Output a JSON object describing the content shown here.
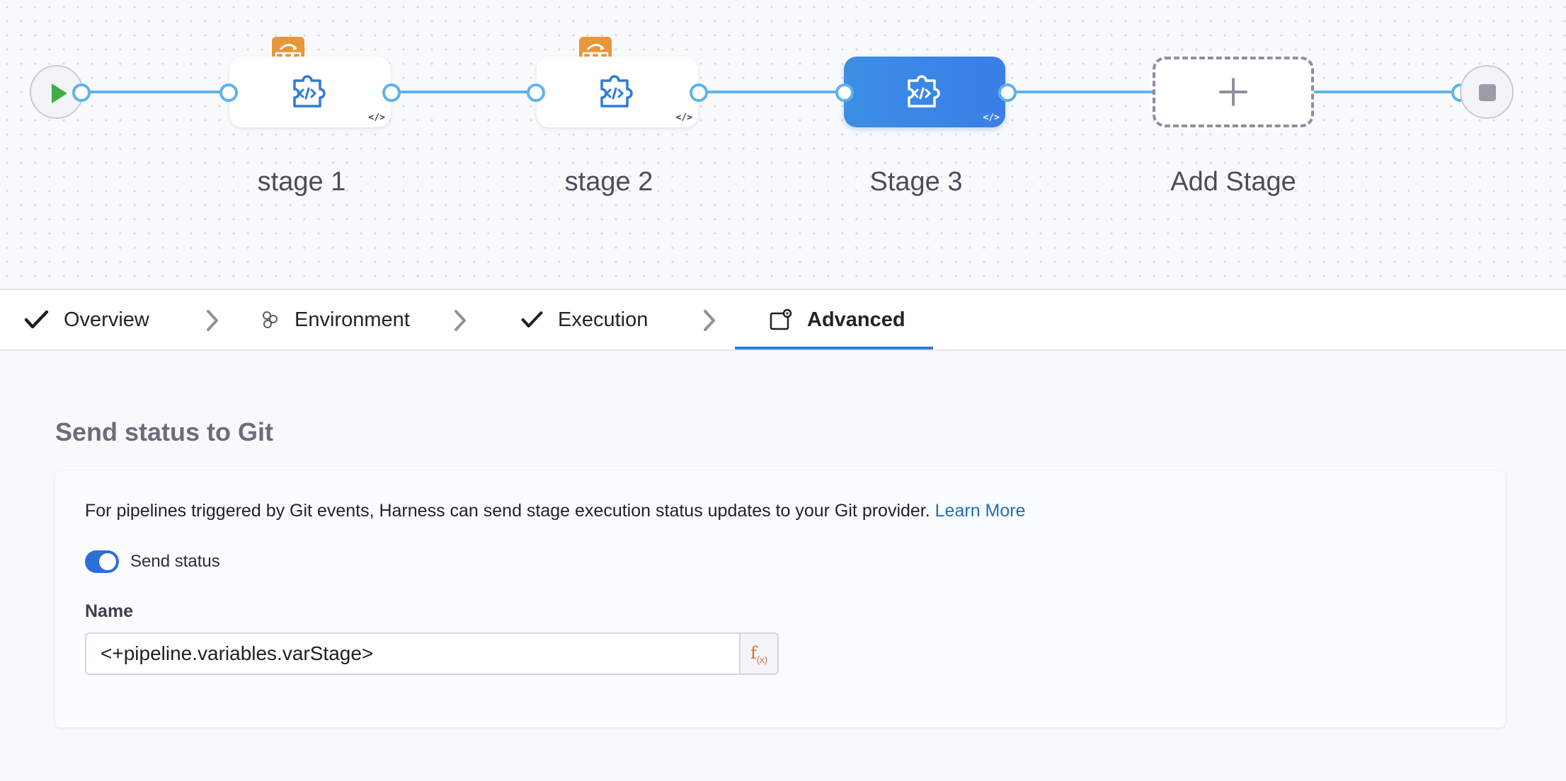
{
  "pipeline": {
    "stages": [
      {
        "label": "stage 1",
        "selected": false,
        "has_ci_badge": true
      },
      {
        "label": "stage 2",
        "selected": false,
        "has_ci_badge": true
      },
      {
        "label": "Stage 3",
        "selected": true,
        "has_ci_badge": false
      }
    ],
    "add_stage_label": "Add Stage",
    "code_badge": "</>",
    "colors": {
      "link": "#5fb3ea",
      "selected_stage": "#3a84e6",
      "start": "#42ab45",
      "badge": "#e8963a"
    }
  },
  "tabs": [
    {
      "label": "Overview",
      "icon": "check-icon",
      "active": false
    },
    {
      "label": "Environment",
      "icon": "environment-icon",
      "active": false
    },
    {
      "label": "Execution",
      "icon": "check-icon",
      "active": false
    },
    {
      "label": "Advanced",
      "icon": "advanced-settings-icon",
      "active": true
    }
  ],
  "section": {
    "title": "Send status to Git",
    "description": "For pipelines triggered by Git events, Harness can send stage execution status updates to your Git provider.",
    "learn_more": "Learn More",
    "toggle_label": "Send status",
    "toggle_on": true,
    "name_label": "Name",
    "name_value": "<+pipeline.variables.varStage>",
    "fx_label": "f",
    "fx_sub": "(x)"
  }
}
